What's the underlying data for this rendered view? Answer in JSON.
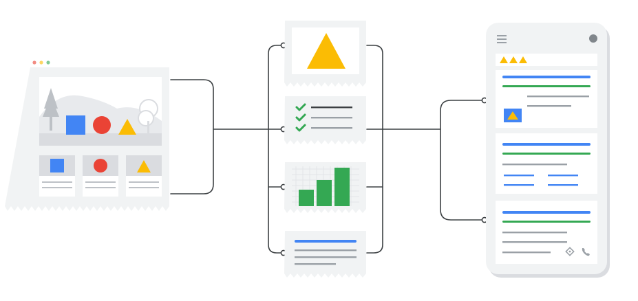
{
  "colors": {
    "blue": "#4285F4",
    "red": "#EA4335",
    "yellow": "#FBBC04",
    "green": "#34A853",
    "card_bg": "#F1F3F4",
    "card_shadow": "#E0E0E0",
    "scene_gray": "#DADCE0",
    "line_dark": "#3C4043",
    "text_gray": "#9AA0A6",
    "phone_body": "#E8EAED"
  },
  "source_page": {
    "window_dots": [
      "#F28B82",
      "#FDD663",
      "#81C995"
    ],
    "hero_shapes": [
      "tree-icon",
      "blue-square",
      "red-circle",
      "yellow-triangle",
      "bush-icon"
    ],
    "thumbnails": [
      "blue-square",
      "red-circle",
      "yellow-triangle"
    ]
  },
  "asset_cards": [
    {
      "kind": "image",
      "icon": "yellow-triangle"
    },
    {
      "kind": "checklist",
      "items": 3
    },
    {
      "kind": "chart",
      "bars": [
        0.42,
        0.68,
        1.0
      ]
    },
    {
      "kind": "text",
      "icon": "text-lines"
    }
  ],
  "phone": {
    "rating_stars": 3,
    "result_cards": [
      "ad-card-with-image",
      "ad-card-with-sitelinks",
      "ad-card-with-actions"
    ],
    "action_icons": [
      "directions-icon",
      "phone-icon"
    ]
  }
}
